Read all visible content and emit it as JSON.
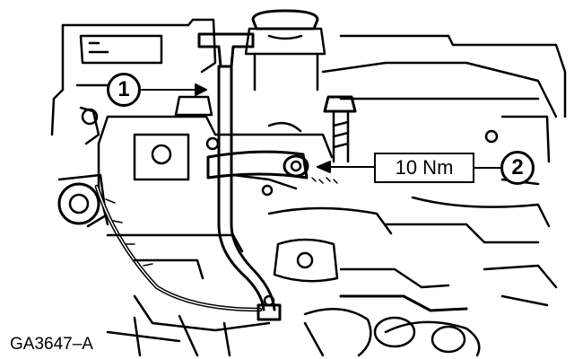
{
  "callouts": [
    {
      "number": "1"
    },
    {
      "number": "2"
    }
  ],
  "torque_spec": "10 Nm",
  "figure_id": "GA3647–A"
}
